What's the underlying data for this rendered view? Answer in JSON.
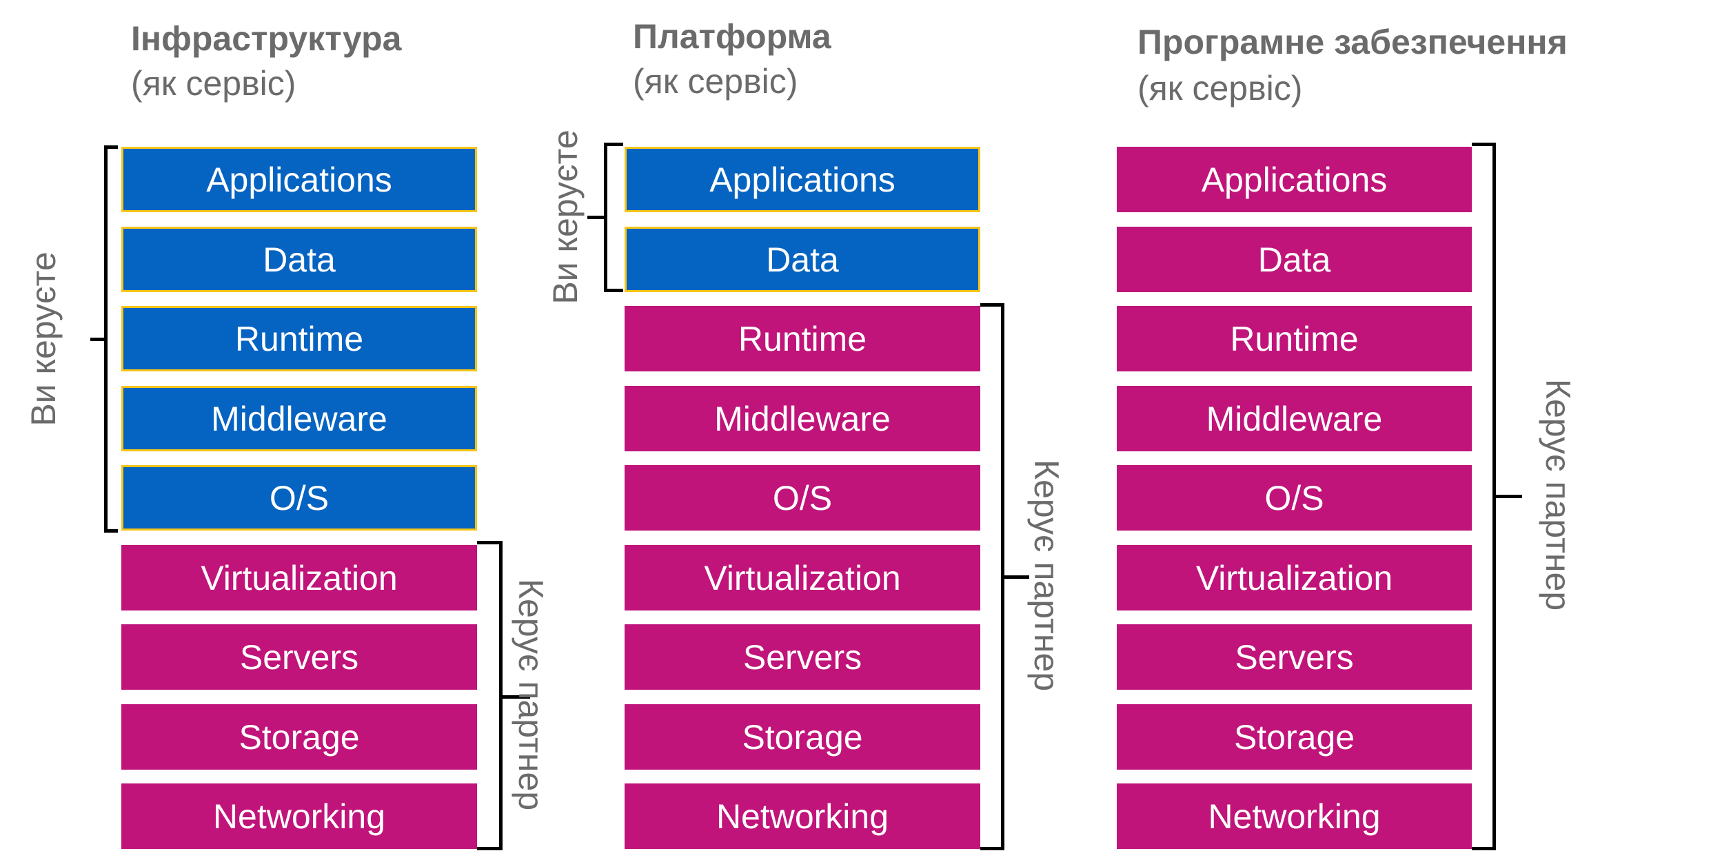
{
  "columns": [
    {
      "title": "Інфраструктура",
      "subtitle": "(як сервіс)",
      "you_manage_label": "Ви керуєте",
      "partner_label": "Керує партнер"
    },
    {
      "title": "Платформа",
      "subtitle": "(як сервіс)",
      "you_manage_label": "Ви керуєте",
      "partner_label": "Керує партнер"
    },
    {
      "title": "Програмне забезпечення",
      "subtitle": "(як сервіс)",
      "partner_label": "Керує партнер"
    }
  ],
  "layers": [
    "Applications",
    "Data",
    "Runtime",
    "Middleware",
    "O/S",
    "Virtualization",
    "Servers",
    "Storage",
    "Networking"
  ],
  "colors": {
    "you_manage": "#0563c1",
    "partner": "#c0147a",
    "border": "#f5c518",
    "label": "#6b6b6b"
  }
}
